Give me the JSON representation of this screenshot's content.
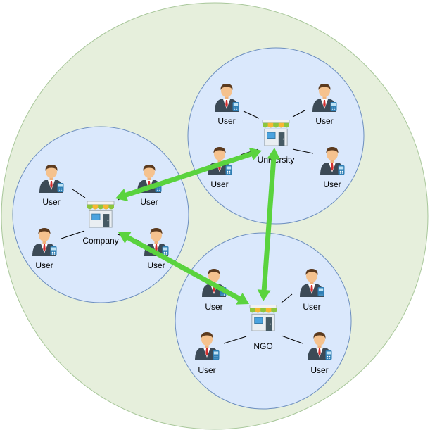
{
  "colors": {
    "outer_fill": "#e6efdc",
    "outer_stroke": "#a8c79a",
    "cluster_fill": "#dae8fc",
    "cluster_stroke": "#6c8ebf",
    "arrow": "#5ad33e",
    "connector": "#000000"
  },
  "clusters": {
    "company": {
      "org_label": "Company",
      "org_icon": "storefront-icon",
      "users": [
        {
          "label": "User",
          "icon": "businessman-with-phone-icon"
        },
        {
          "label": "User",
          "icon": "businessman-with-phone-icon"
        },
        {
          "label": "User",
          "icon": "businessman-with-phone-icon"
        },
        {
          "label": "User",
          "icon": "businessman-with-phone-icon"
        }
      ]
    },
    "university": {
      "org_label": "University",
      "org_icon": "storefront-icon",
      "users": [
        {
          "label": "User",
          "icon": "businessman-with-phone-icon"
        },
        {
          "label": "User",
          "icon": "businessman-with-phone-icon"
        },
        {
          "label": "User",
          "icon": "businessman-with-phone-icon"
        },
        {
          "label": "User",
          "icon": "businessman-with-phone-icon"
        }
      ]
    },
    "ngo": {
      "org_label": "NGO",
      "org_icon": "storefront-icon",
      "users": [
        {
          "label": "User",
          "icon": "businessman-with-phone-icon"
        },
        {
          "label": "User",
          "icon": "businessman-with-phone-icon"
        },
        {
          "label": "User",
          "icon": "businessman-with-phone-icon"
        },
        {
          "label": "User",
          "icon": "businessman-with-phone-icon"
        }
      ]
    }
  },
  "links": [
    {
      "from": "university",
      "to": "company",
      "style": "bidirectional-arrow"
    },
    {
      "from": "company",
      "to": "ngo",
      "style": "bidirectional-arrow"
    },
    {
      "from": "university",
      "to": "ngo",
      "style": "bidirectional-arrow"
    }
  ]
}
